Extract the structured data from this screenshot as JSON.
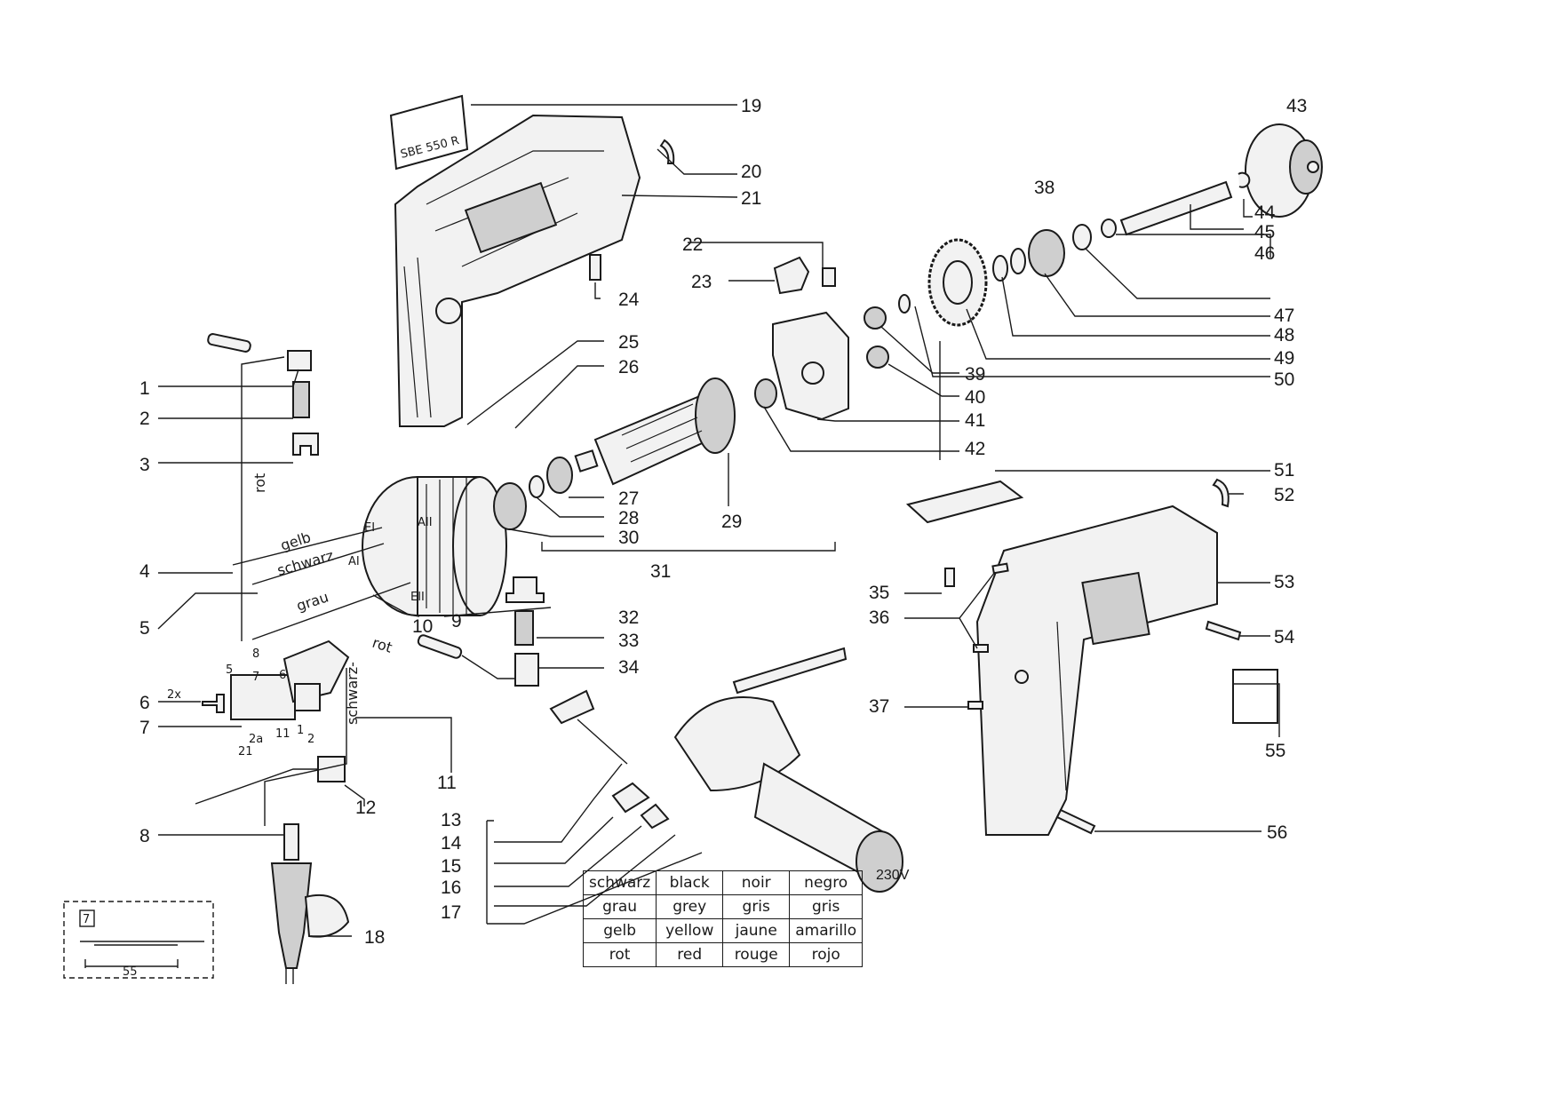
{
  "labels": {
    "p1": "1",
    "p2": "2",
    "p3": "3",
    "p4": "4",
    "p5": "5",
    "p6": "6",
    "p7": "7",
    "p8": "8",
    "p9": "9",
    "p10": "10",
    "p11": "11",
    "p12": "12",
    "p13": "13",
    "p14": "14",
    "p15": "15",
    "p16": "16",
    "p17": "17",
    "p18": "18",
    "p19": "19",
    "p20": "20",
    "p21": "21",
    "p22": "22",
    "p23": "23",
    "p24": "24",
    "p25": "25",
    "p26": "26",
    "p27": "27",
    "p28": "28",
    "p29": "29",
    "p30": "30",
    "p31": "31",
    "p32": "32",
    "p33": "33",
    "p34": "34",
    "p35": "35",
    "p36": "36",
    "p37": "37",
    "p38": "38",
    "p39": "39",
    "p40": "40",
    "p41": "41",
    "p42": "42",
    "p43": "43",
    "p44": "44",
    "p45": "45",
    "p46": "46",
    "p47": "47",
    "p48": "48",
    "p49": "49",
    "p50": "50",
    "p51": "51",
    "p52": "52",
    "p53": "53",
    "p54": "54",
    "p55": "55",
    "p56": "56"
  },
  "nameplate": "SBE 550 R",
  "quantity_marker": "2x",
  "wires": {
    "gelb": "gelb",
    "schwarz": "schwarz",
    "grau": "grau",
    "rot_upper": "rot",
    "rot_lower": "rot",
    "schwarz_vertical": "schwarz-"
  },
  "terminals": {
    "EI": "EI",
    "AII": "AII",
    "AI": "AI",
    "EII": "EII",
    "t5": "5",
    "t7": "7",
    "t8": "8",
    "t6": "6",
    "t2a": "2a",
    "t21": "21",
    "t11": "11",
    "t1": "1",
    "t2": "2"
  },
  "inset": {
    "top_label": "7",
    "bottom_label": "55"
  },
  "voltage": "230V",
  "color_table": [
    [
      "schwarz",
      "black",
      "noir",
      "negro"
    ],
    [
      "grau",
      "grey",
      "gris",
      "gris"
    ],
    [
      "gelb",
      "yellow",
      "jaune",
      "amarillo"
    ],
    [
      "rot",
      "red",
      "rouge",
      "rojo"
    ]
  ]
}
